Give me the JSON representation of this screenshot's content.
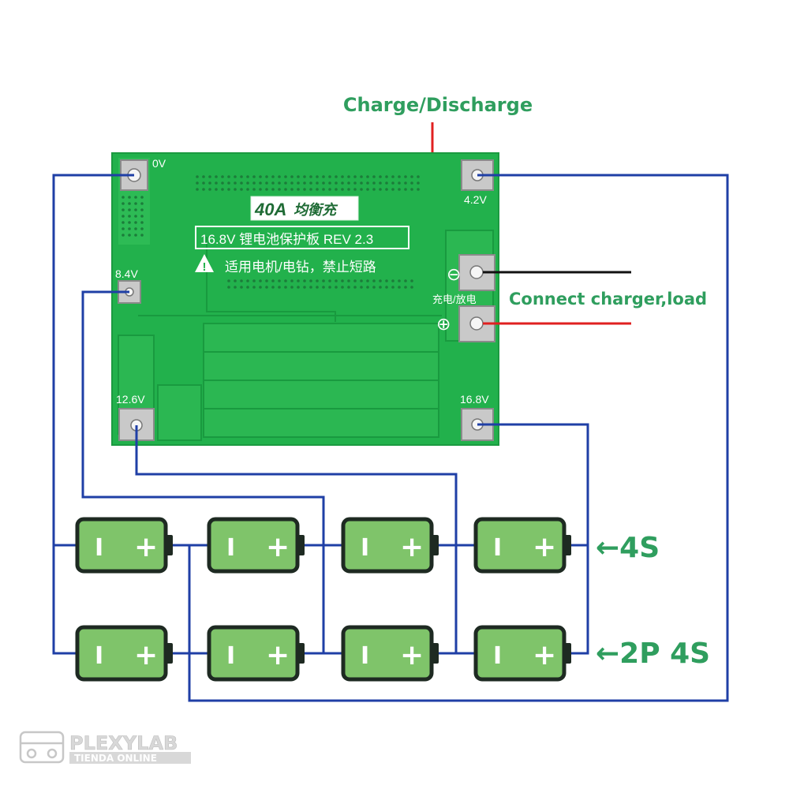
{
  "header_label": "Charge/Discharge",
  "right_label": "Connect charger,load",
  "board": {
    "title_40a": "40A",
    "title_balance": "均衡充",
    "subtitle": "16.8V 锂电池保护板 REV 2.3",
    "warning": "适用电机/电钻，禁止短路",
    "charge_discharge_cn": "充电/放电",
    "terminals": {
      "t0v": "0V",
      "t42v": "4.2V",
      "t84v": "8.4V",
      "t126v": "12.6V",
      "t168v": "16.8V"
    },
    "minus_symbol": "⊖",
    "plus_symbol": "⊕"
  },
  "cell": {
    "minus": "I",
    "plus": "+"
  },
  "rows": {
    "row1": "←4S",
    "row2": "←2P 4S"
  },
  "watermark": {
    "brand": "PLEXYLAB",
    "tagline": "TIENDA ONLINE"
  },
  "colors": {
    "pcb": "#22b14c",
    "wire_blue": "#1f3fa6",
    "wire_red": "#e02020",
    "wire_black": "#111111",
    "cell_fill": "#7fc46a",
    "cell_stroke": "#1e2a22",
    "label_green": "#2f9e5e"
  }
}
